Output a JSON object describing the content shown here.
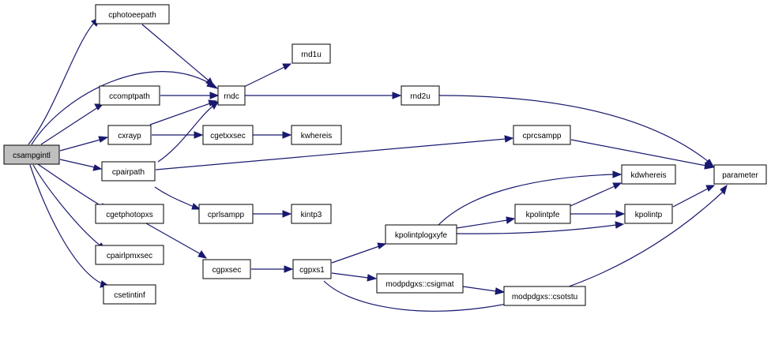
{
  "graph": {
    "nodes": {
      "csampgintl": "csampgintl",
      "cphotoeepath": "cphotoeepath",
      "ccomptpath": "ccomptpath",
      "cxrayp": "cxrayp",
      "cpairpath": "cpairpath",
      "cgetphotopxs": "cgetphotopxs",
      "cpairlpmxsec": "cpairlpmxsec",
      "csetintinf": "csetintinf",
      "rndc": "rndc",
      "rnd1u": "rnd1u",
      "rnd2u": "rnd2u",
      "cgetxxsec": "cgetxxsec",
      "kwhereis": "kwhereis",
      "cprcsampp": "cprcsampp",
      "cprlsampp": "cprlsampp",
      "kintp3": "kintp3",
      "cgpxsec": "cgpxsec",
      "cgpxs1": "cgpxs1",
      "kpolintplogxyfe": "kpolintplogxyfe",
      "modpdgxs_csigmat": "modpdgxs::csigmat",
      "modpdgxs_csotstu": "modpdgxs::csotstu",
      "kpolintpfe": "kpolintpfe",
      "kdwhereis": "kdwhereis",
      "kpolintp": "kpolintp",
      "parameter": "parameter"
    }
  }
}
